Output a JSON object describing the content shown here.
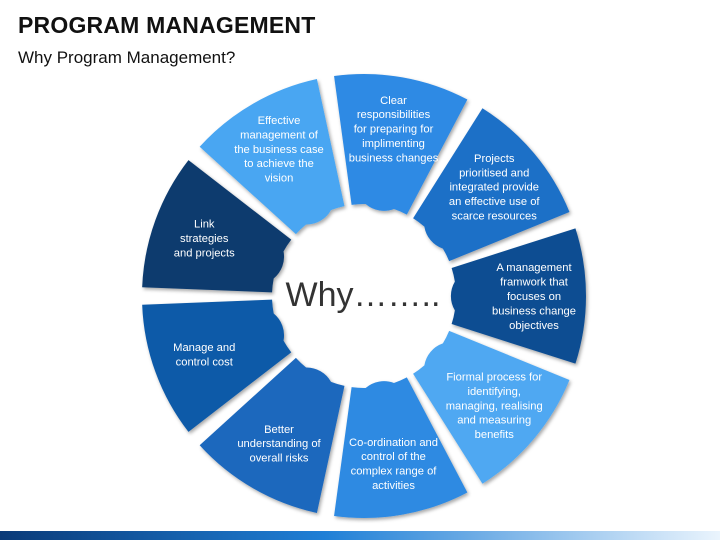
{
  "title": "PROGRAM MANAGEMENT",
  "subtitle": "Why Program Management?",
  "center_text": "Why……..",
  "colors": {
    "dark_navy": "#0b3a6e",
    "dark_blue": "#0c4d92",
    "mid_blue": "#1a6fc9",
    "bright_blue": "#2f8ae4",
    "light_blue": "#4fa8f2"
  },
  "segments": [
    {
      "lines": [
        "Projects",
        "prioritised and",
        "integrated provide",
        "an effective use of",
        "scarce resources"
      ],
      "color": "#1f6fc7"
    },
    {
      "lines": [
        "A management",
        "framwork that",
        "focuses on",
        "business change",
        "objectives"
      ],
      "color": "#0c4d92"
    },
    {
      "lines": [
        "Fiormal process for",
        "identifying,",
        "managing, realising",
        "and measuring",
        "benefits"
      ],
      "color": "#4fa8f2"
    },
    {
      "lines": [
        "Co-ordination and",
        "control of the",
        "complex range of",
        "activities"
      ],
      "color": "#2e8ae2"
    },
    {
      "lines": [
        "Better",
        "understanding of",
        "overall risks"
      ],
      "color": "#1b67bd"
    },
    {
      "lines": [
        "Manage and",
        "control cost"
      ],
      "color": "#0f5aa8"
    },
    {
      "lines": [
        "Link",
        "strategies",
        "and projects"
      ],
      "color": "#0b3a6e"
    },
    {
      "lines": [
        "Effective",
        "management of",
        "the business case",
        "to achieve the",
        "vision"
      ],
      "color": "#4aa6f2"
    },
    {
      "lines": [
        "Clear",
        "responsibilities",
        "for preparing for",
        "implimenting",
        "business changes"
      ],
      "color": "#2f8ae4"
    }
  ]
}
